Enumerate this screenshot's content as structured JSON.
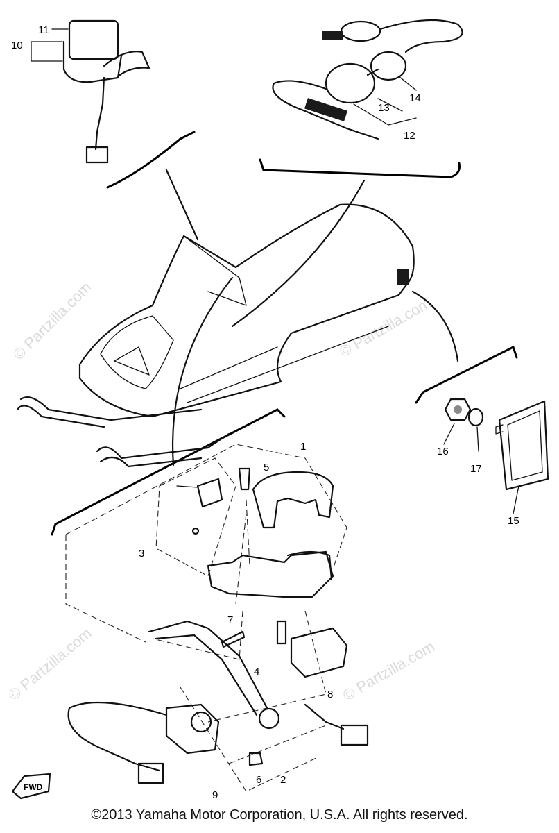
{
  "callouts": {
    "c1": "1",
    "c2": "2",
    "c3": "3",
    "c4": "4",
    "c5": "5",
    "c6": "6",
    "c7": "7",
    "c8": "8",
    "c9": "9",
    "c10": "10",
    "c11": "11",
    "c12": "12",
    "c13": "13",
    "c14": "14",
    "c15": "15",
    "c16": "16",
    "c17": "17"
  },
  "fwd_label": "FWD",
  "watermark": "© Partzilla.com",
  "copyright": "©2013 Yamaha Motor Corporation, U.S.A. All rights reserved."
}
